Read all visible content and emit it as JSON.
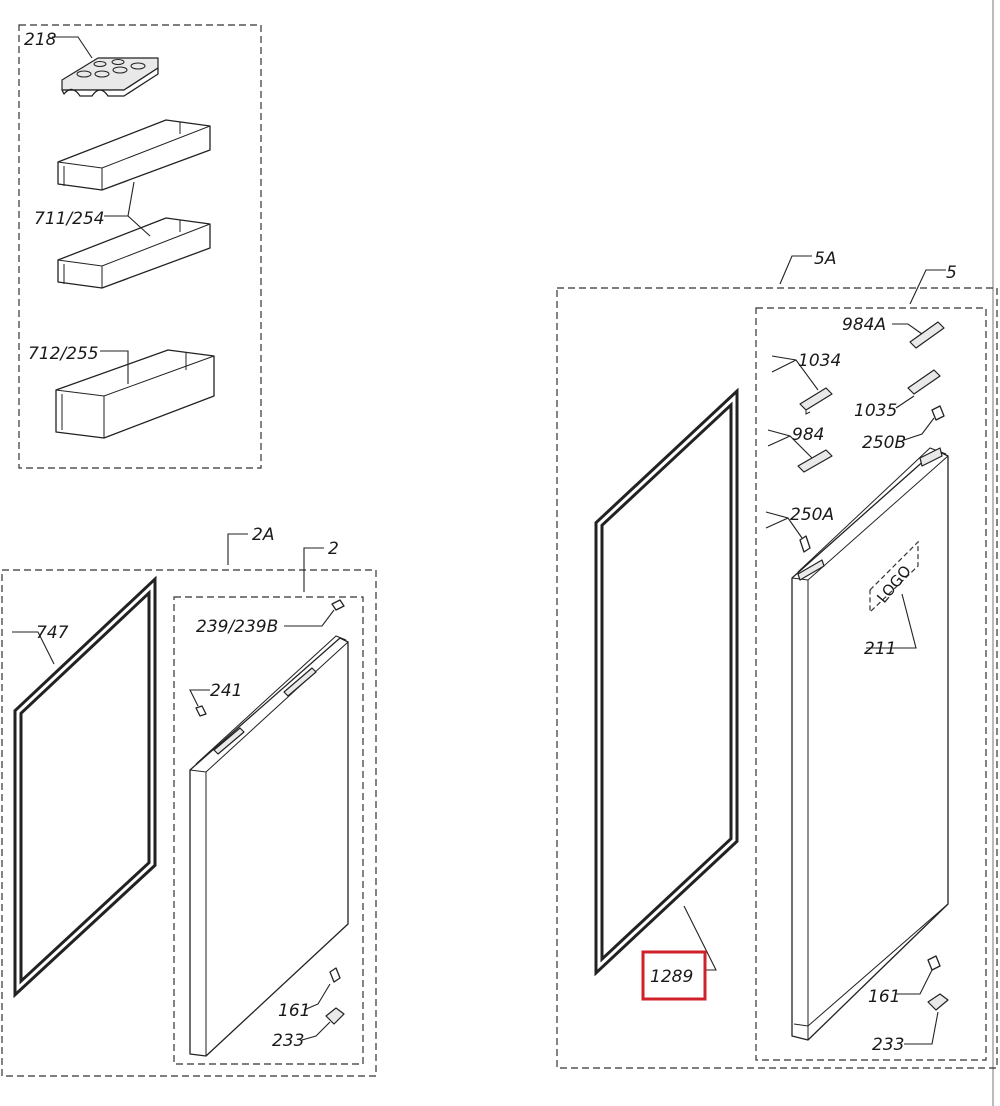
{
  "callouts": {
    "c218": "218",
    "c711": "711/254",
    "c712": "712/255",
    "c2A": "2A",
    "c2": "2",
    "c747": "747",
    "c239": "239/239B",
    "c241": "241",
    "c161a": "161",
    "c233a": "233",
    "c5A": "5A",
    "c5": "5",
    "c984A": "984A",
    "c1034": "1034",
    "c1035": "1035",
    "c984": "984",
    "c250B": "250B",
    "c250A": "250A",
    "c211": "211",
    "c1289": "1289",
    "c161b": "161",
    "c233b": "233"
  },
  "logo_text": "LOGO",
  "highlight": {
    "callout": "1289",
    "color": "#d0202a"
  }
}
